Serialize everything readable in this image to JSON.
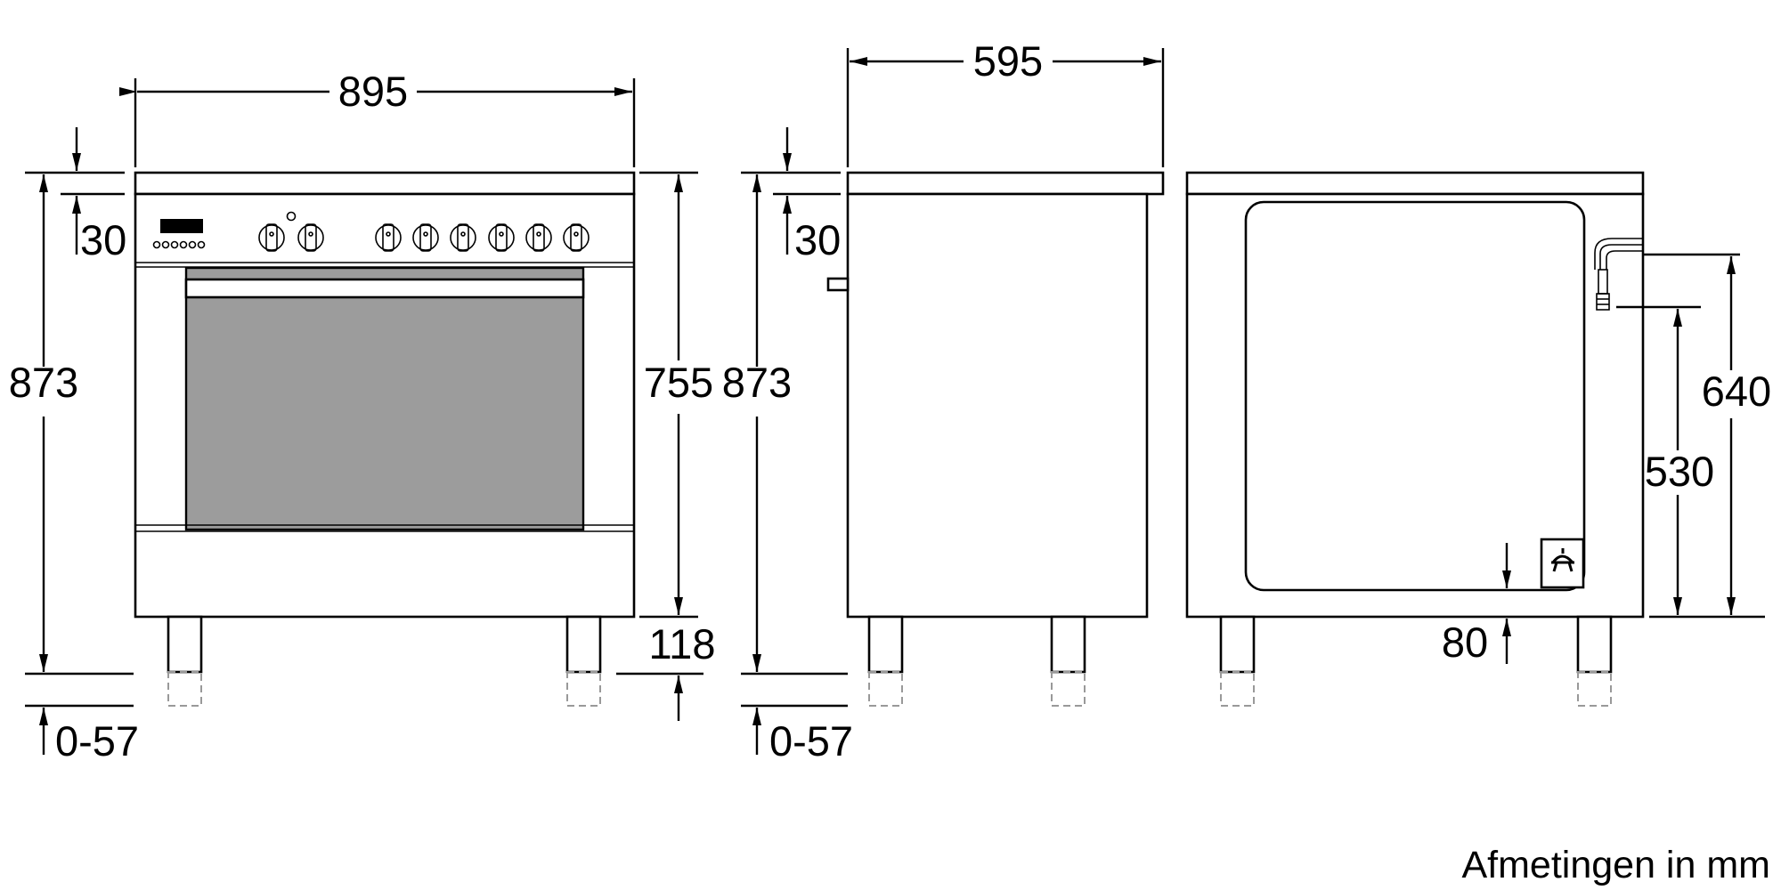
{
  "diagram": {
    "dimensions": {
      "front_width": "895",
      "side_depth": "595",
      "front_height": "873",
      "side_height": "873",
      "front_top_offset": "30",
      "side_top_offset": "30",
      "front_body_height": "755",
      "front_leg_height": "118",
      "front_leg_adjust": "0-57",
      "side_leg_adjust": "0-57",
      "back_connection_height": "640",
      "back_inner_height": "530",
      "back_bottom_offset": "80"
    },
    "caption": "Afmetingen in mm"
  }
}
